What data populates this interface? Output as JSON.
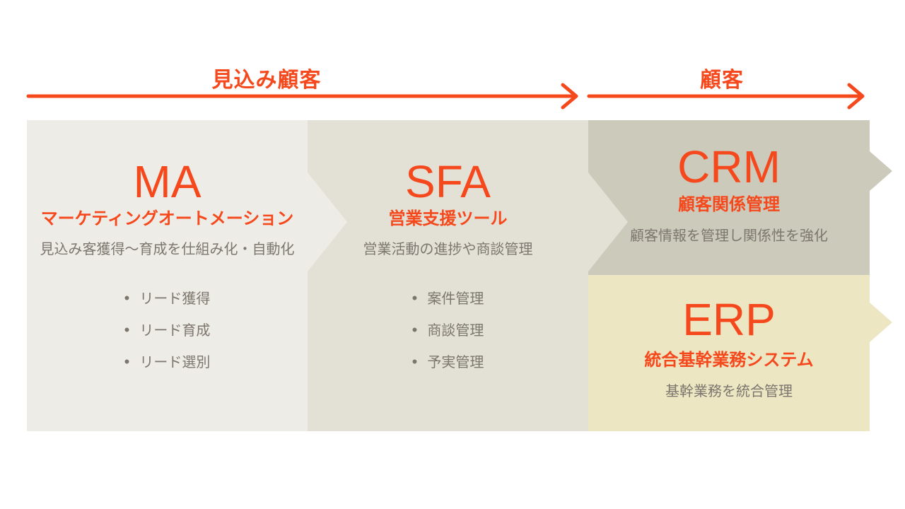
{
  "colors": {
    "accent_orange": "#F5491D",
    "text_gray": "#7D766E",
    "canvas_bg": "#FFFFFF",
    "ma_bg": "#EEECE6",
    "sfa_bg": "#E3E1D5",
    "crm_bg": "#CCCABA",
    "erp_bg": "#EDE6C2"
  },
  "timeline": {
    "prospect_label": "見込み顧客",
    "customer_label": "顧客"
  },
  "columns": [
    {
      "acronym": "MA",
      "subtitle": "マーケティングオートメーション",
      "description": "見込み客獲得〜育成を仕組み化・自動化",
      "bullets": [
        "リード獲得",
        "リード育成",
        "リード選別"
      ]
    },
    {
      "acronym": "SFA",
      "subtitle": "営業支援ツール",
      "description": "営業活動の進捗や商談管理",
      "bullets": [
        "案件管理",
        "商談管理",
        "予実管理"
      ]
    },
    {
      "acronym": "CRM",
      "subtitle": "顧客関係管理",
      "description": "顧客情報を管理し関係性を強化",
      "bullets": []
    },
    {
      "acronym": "ERP",
      "subtitle": "統合基幹業務システム",
      "description": "基幹業務を統合管理",
      "bullets": []
    }
  ]
}
